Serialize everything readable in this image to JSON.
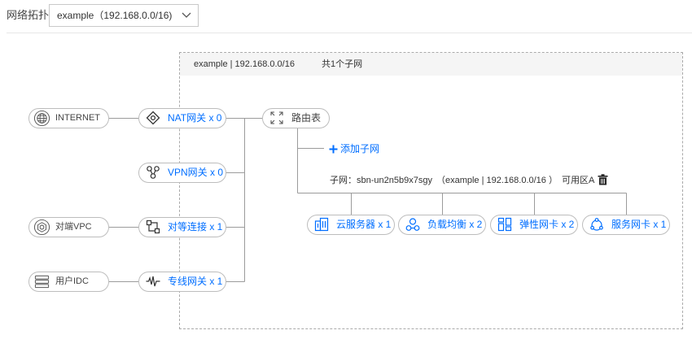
{
  "colors": {
    "accent": "#006eff",
    "text": "#444444",
    "muted": "#555555",
    "line": "#9b9b9b",
    "pill_border": "#bdbdbd",
    "header_bg": "#f5f5f5"
  },
  "header": {
    "title": "网络拓扑",
    "vpc_select": {
      "value": "example（192.168.0.0/16)",
      "icon": "chevron-down-icon"
    }
  },
  "vpc": {
    "label": "example | 192.168.0.0/16",
    "subnet_count": "共1个子网"
  },
  "external_nodes": [
    {
      "label": "INTERNET",
      "icon": "globe-icon"
    },
    {
      "label": "对端VPC",
      "icon": "peer-vpc-icon"
    },
    {
      "label": "用户IDC",
      "icon": "server-rack-icon"
    }
  ],
  "gateways": [
    {
      "label": "NAT网关 x 0",
      "icon": "nat-gateway-icon"
    },
    {
      "label": "VPN网关 x 0",
      "icon": "vpn-gateway-icon"
    },
    {
      "label": "对等连接 x 1",
      "icon": "peering-connection-icon"
    },
    {
      "label": "专线网关 x 1",
      "icon": "direct-connect-gateway-icon"
    }
  ],
  "route_table": {
    "label": "路由表",
    "icon": "route-table-icon"
  },
  "add_subnet": {
    "label": "添加子网",
    "icon": "plus-icon"
  },
  "subnet": {
    "name": "子网：sbn-un2n5b9x7sgy",
    "vpc_info": "（example | 192.168.0.0/16 ）",
    "zone": "可用区A",
    "delete_icon": "trash-icon"
  },
  "resources": [
    {
      "label": "云服务器 x 1",
      "icon": "cloud-server-icon"
    },
    {
      "label": "负载均衡 x 2",
      "icon": "load-balancer-icon"
    },
    {
      "label": "弹性网卡 x 2",
      "icon": "elastic-nic-icon"
    },
    {
      "label": "服务网卡 x 1",
      "icon": "service-nic-icon"
    }
  ]
}
